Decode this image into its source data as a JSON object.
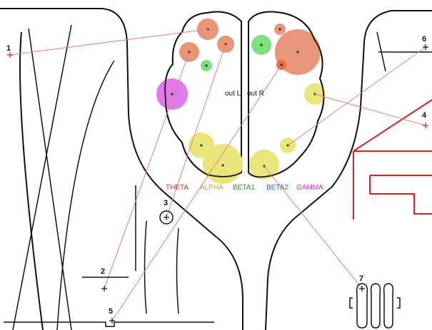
{
  "channel_labels": {
    "out_l": "out L",
    "out_r": "out R"
  },
  "bands": [
    {
      "name": "THETA",
      "color": "#cc3333"
    },
    {
      "name": "ALPHA",
      "color": "#c7a23a"
    },
    {
      "name": "BETA1",
      "color": "#2f8f3a"
    },
    {
      "name": "BETA2",
      "color": "#3a5fcc"
    },
    {
      "name": "GAMMA",
      "color": "#cc33cc"
    }
  ],
  "markers": [
    "1",
    "2",
    "3",
    "4",
    "5",
    "6",
    "7"
  ],
  "colors": {
    "line": "#111111",
    "link": "#e88080",
    "theta": "#e8957a",
    "beta1": "#7fe07f",
    "alpha": "#e8e67a",
    "gamma": "#e07ae8",
    "structure": "#e02020"
  }
}
